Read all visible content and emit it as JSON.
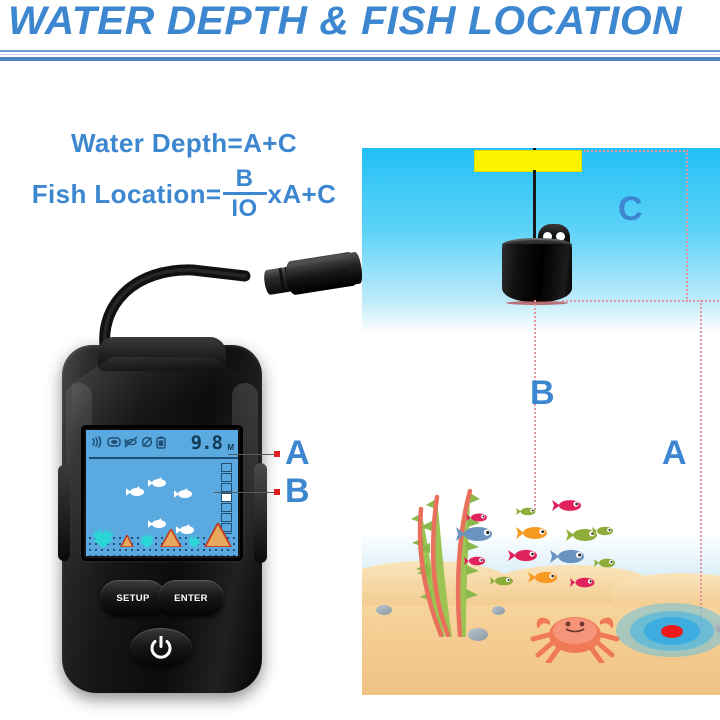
{
  "header": {
    "title": "WATER DEPTH & FISH LOCATION"
  },
  "formulas": {
    "water_depth": "Water Depth=A+C",
    "fish_location_prefix": "Fish Location=",
    "numerator": "B",
    "denominator": "IO",
    "suffix": "xA+C"
  },
  "device": {
    "name": "portable-fish-finder",
    "lcd": {
      "depth_value": "9.8",
      "depth_unit": "M",
      "status_icons": [
        "sonar-waves-icon",
        "fish-alarm-icon",
        "fish-alarm-off-icon",
        "depth-alarm-off-icon",
        "battery-icon"
      ],
      "scale_cells": 10,
      "scale_filled_indices": [
        3,
        9
      ],
      "fish_count": 5
    },
    "buttons": {
      "setup": "SETUP",
      "enter": "ENTER",
      "power": "power-icon"
    }
  },
  "callouts": {
    "a": "A",
    "b": "B"
  },
  "scene": {
    "labels": {
      "c": "C",
      "b": "B",
      "a": "A"
    },
    "parts": {
      "float": "yellow-float",
      "transducer": "sonar-transducer",
      "target": "fish-target-dot"
    }
  },
  "colors": {
    "brand_blue": "#3c87cf",
    "water_top": "#22c0f5",
    "water_bottom": "#bdeaf9",
    "sand": "#f5cf95",
    "float_yellow": "#fdf500",
    "dim_line": "#e3969d",
    "target_red": "#ef1b1b",
    "lcd_blue": "#5aa9e0",
    "lcd_ink": "#1f4f74"
  }
}
